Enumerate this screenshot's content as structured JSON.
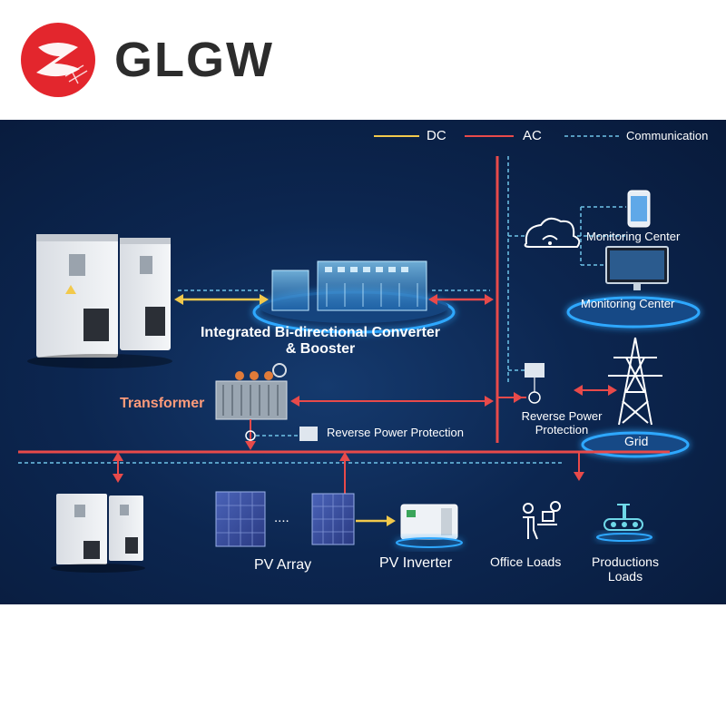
{
  "brand": {
    "name": "GLGW",
    "color": "#e3262d"
  },
  "legend": {
    "dc": "DC",
    "ac": "AC",
    "communication": "Communication"
  },
  "labels": {
    "converter_line1": "Integrated Bi-directional Converter",
    "converter_line2": "& Booster",
    "transformer": "Transformer",
    "reverse_protection_left": "Reverse Power Protection",
    "reverse_protection_right_line1": "Reverse Power",
    "reverse_protection_right_line2": "Protection",
    "monitoring_center_top": "Monitoring Center",
    "monitoring_center_bottom": "Monitoring Center",
    "grid": "Grid",
    "pv_dots": "....",
    "pv_array": "PV Array",
    "pv_inverter": "PV  Inverter",
    "office_loads": "Office Loads",
    "production_loads_line1": "Productions",
    "production_loads_line2": "Loads"
  },
  "colors": {
    "dc_line": "#f2c94c",
    "ac_line": "#e84a4a",
    "comm_line": "#6fc3e8",
    "transformer_label": "#ff9b7a",
    "background": "#0c2650",
    "glow": "#2fa8ff"
  }
}
